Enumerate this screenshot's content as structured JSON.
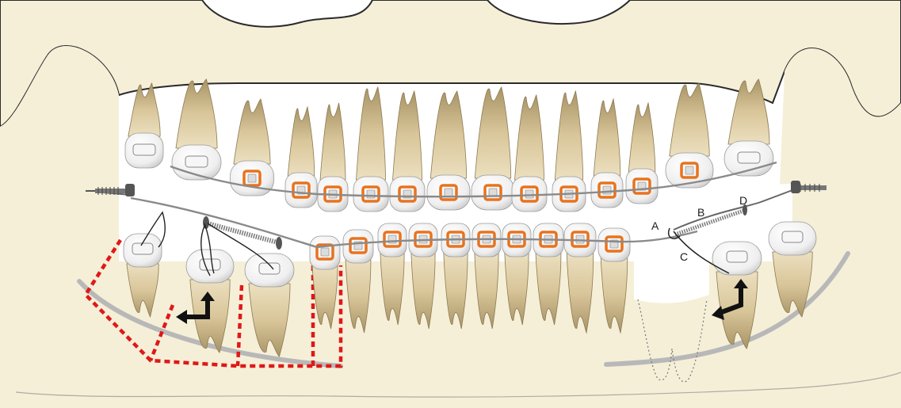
{
  "labels": {
    "a": "A",
    "b": "B",
    "c": "C",
    "d": "D"
  },
  "colors": {
    "background": "#ffffff",
    "bone": "#f5efd8",
    "bone_outline": "#2a2a2a",
    "tooth_crown": "#f2f2f2",
    "tooth_root": "#c9b48a",
    "archwire": "#8a8a8a",
    "bracket": "#e8731e",
    "cut_line": "#e01818",
    "arrow": "#111111",
    "canal": "#b8b8b8"
  },
  "icons": {
    "force_arrow_left": "bent-arrow-icon",
    "force_arrow_right": "bent-arrow-icon",
    "miniscrew": "screw-icon"
  }
}
